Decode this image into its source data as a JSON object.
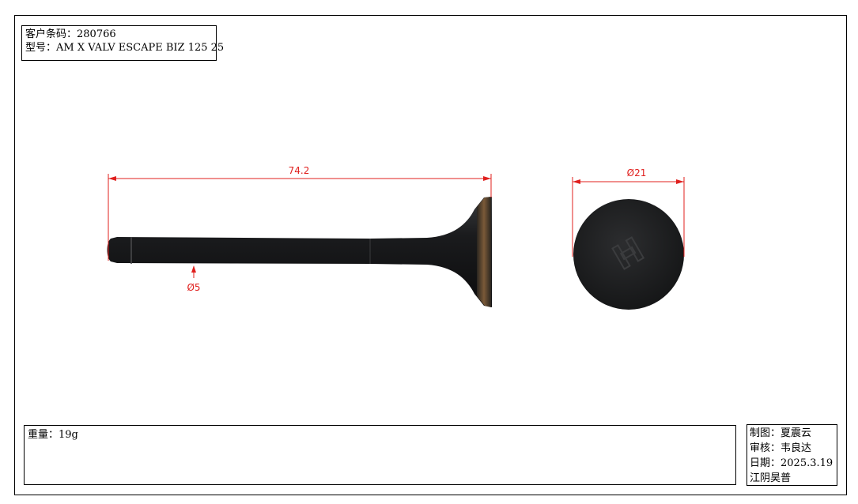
{
  "info": {
    "customer_code_label": "客户条码：",
    "customer_code": "280766",
    "model_label": "型号：",
    "model": "AM X VALV ESCAPE BIZ 125 25"
  },
  "dimensions": {
    "length": "74.2",
    "stem_diameter": "Ø5",
    "head_diameter": "Ø21"
  },
  "weight": {
    "label": "重量：",
    "value": "19g"
  },
  "signoff": {
    "drawn_label": "制图：",
    "drawn_by": "夏震云",
    "checked_label": "审核：",
    "checked_by": "韦良达",
    "date_label": "日期：",
    "date": "2025.3.19",
    "company": "江阴昊普"
  },
  "colors": {
    "dimension": "#e0201e",
    "part": "#1c1d1f"
  }
}
